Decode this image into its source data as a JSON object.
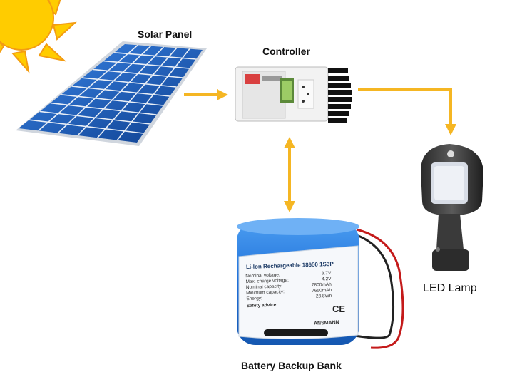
{
  "labels": {
    "solar_panel": "Solar Panel",
    "controller": "Controller",
    "led_lamp": "LED Lamp",
    "battery": "Battery Backup Bank"
  },
  "battery_print": {
    "title": "Li-Ion Rechargeable 18650 1S3P",
    "specs": [
      {
        "k": "Nominal voltage:",
        "v": "3.7V"
      },
      {
        "k": "Max. charge voltage:",
        "v": "4.2V"
      },
      {
        "k": "Nominal capacity:",
        "v": "7800mAh"
      },
      {
        "k": "Minimum capacity:",
        "v": "7650mAh"
      },
      {
        "k": "Energy:",
        "v": "28.8Wh"
      }
    ],
    "safety": "Safety advice:",
    "ce": "CE",
    "brand": "ANSMANN"
  },
  "colors": {
    "arrow": "#f5b623",
    "sun": "#ffcc00",
    "sun_edge": "#f39c12",
    "panel_cell": "#1f5fbf",
    "battery_blue": "#1e6fd9"
  },
  "icons": [
    "sun-icon",
    "solar-panel-icon",
    "controller-icon",
    "led-lamp-icon",
    "battery-icon"
  ]
}
